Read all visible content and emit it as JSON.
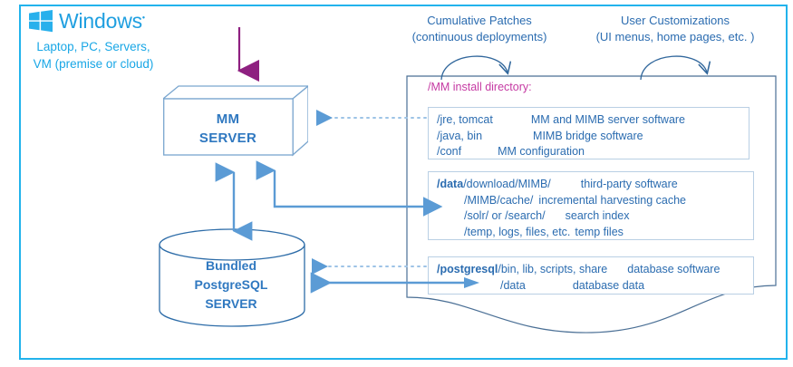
{
  "frame": {
    "border_color": "#22b3ec"
  },
  "brand": {
    "logo_icon": "windows-logo-icon",
    "name": "Windows",
    "trademark": "®",
    "subtitle_line1": "Laptop, PC, Servers,",
    "subtitle_line2": "VM (premise or cloud)",
    "color": "#19a7e6"
  },
  "annotations": [
    {
      "id": "cumulative-patches",
      "line1": "Cumulative Patches",
      "line2": "(continuous deployments)",
      "icon": "curved-arrow-icon"
    },
    {
      "id": "user-customizations",
      "line1": "User Customizations",
      "line2": "(UI menus, home pages, etc. )",
      "icon": "curved-arrow-icon"
    }
  ],
  "nodes": {
    "mm_server": {
      "line1": "MM",
      "line2": "SERVER",
      "shape": "3d-box",
      "color": "#2f78c0"
    },
    "database": {
      "line1": "Bundled",
      "line2": "PostgreSQL",
      "line3": "SERVER",
      "shape": "cylinder",
      "color": "#2f78c0"
    }
  },
  "panel": {
    "title": "/MM install directory:",
    "title_color": "#c53aa3",
    "blocks": [
      {
        "id": "install-block",
        "rows": [
          {
            "path": "/jre, tomcat",
            "desc": "MM and MIMB server software",
            "indent": 0,
            "desc_indent": 118,
            "bold_prefix": ""
          },
          {
            "path": "/java, bin",
            "desc": "MIMB bridge software",
            "indent": 0,
            "desc_indent": 118,
            "bold_prefix": ""
          },
          {
            "path": "/conf",
            "desc": "MM configuration",
            "indent": 0,
            "desc_indent": 76,
            "bold_prefix": ""
          }
        ]
      },
      {
        "id": "data-block",
        "rows": [
          {
            "bold_prefix": "/data",
            "path": "/download/MIMB/",
            "desc": "third-party software",
            "indent": 0,
            "desc_indent": 142
          },
          {
            "bold_prefix": "",
            "path": "/MIMB/cache/",
            "desc": "incremental harvesting cache",
            "indent": 30,
            "desc_indent": 136
          },
          {
            "bold_prefix": "",
            "path": "/solr/ or /search/",
            "desc": "search index",
            "indent": 30,
            "desc_indent": 146
          },
          {
            "bold_prefix": "",
            "path": "/temp, logs, files, etc.",
            "desc": "temp files",
            "indent": 30,
            "desc_indent": 136
          }
        ]
      },
      {
        "id": "postgresql-block",
        "rows": [
          {
            "bold_prefix": "/postgresql",
            "path": "/bin, lib, scripts, share",
            "desc": "database software",
            "indent": 0,
            "desc_indent": 186
          },
          {
            "bold_prefix": "",
            "path": "/data",
            "desc": "database data",
            "indent": 72,
            "desc_indent": 168
          }
        ]
      }
    ]
  },
  "connectors": [
    {
      "id": "install-arrow",
      "style": "dotted",
      "from": "install-block",
      "to": "mm-server",
      "direction": "left"
    },
    {
      "id": "data-arrow",
      "style": "solid",
      "from": "mm-server",
      "to": "data-block",
      "direction": "right"
    },
    {
      "id": "pg-software-arrow",
      "style": "dotted",
      "from": "postgresql-block",
      "to": "database",
      "direction": "left"
    },
    {
      "id": "pg-data-arrow",
      "style": "solid",
      "from": "postgresql-block",
      "to": "database",
      "direction": "left"
    },
    {
      "id": "mm-db-link",
      "style": "solid",
      "from": "mm-server",
      "to": "database",
      "direction": "both"
    },
    {
      "id": "deploy-arrow",
      "style": "solid",
      "from": "top",
      "to": "mm-server",
      "direction": "down",
      "color": "#8e2080"
    }
  ],
  "colors": {
    "accent_blue": "#2f78c0",
    "arrow_blue": "#5b9bd5",
    "magenta": "#c53aa3",
    "purple_arrow": "#8e2080",
    "cyan_border": "#22b3ec",
    "shape_outline": "#7aa6cf"
  }
}
